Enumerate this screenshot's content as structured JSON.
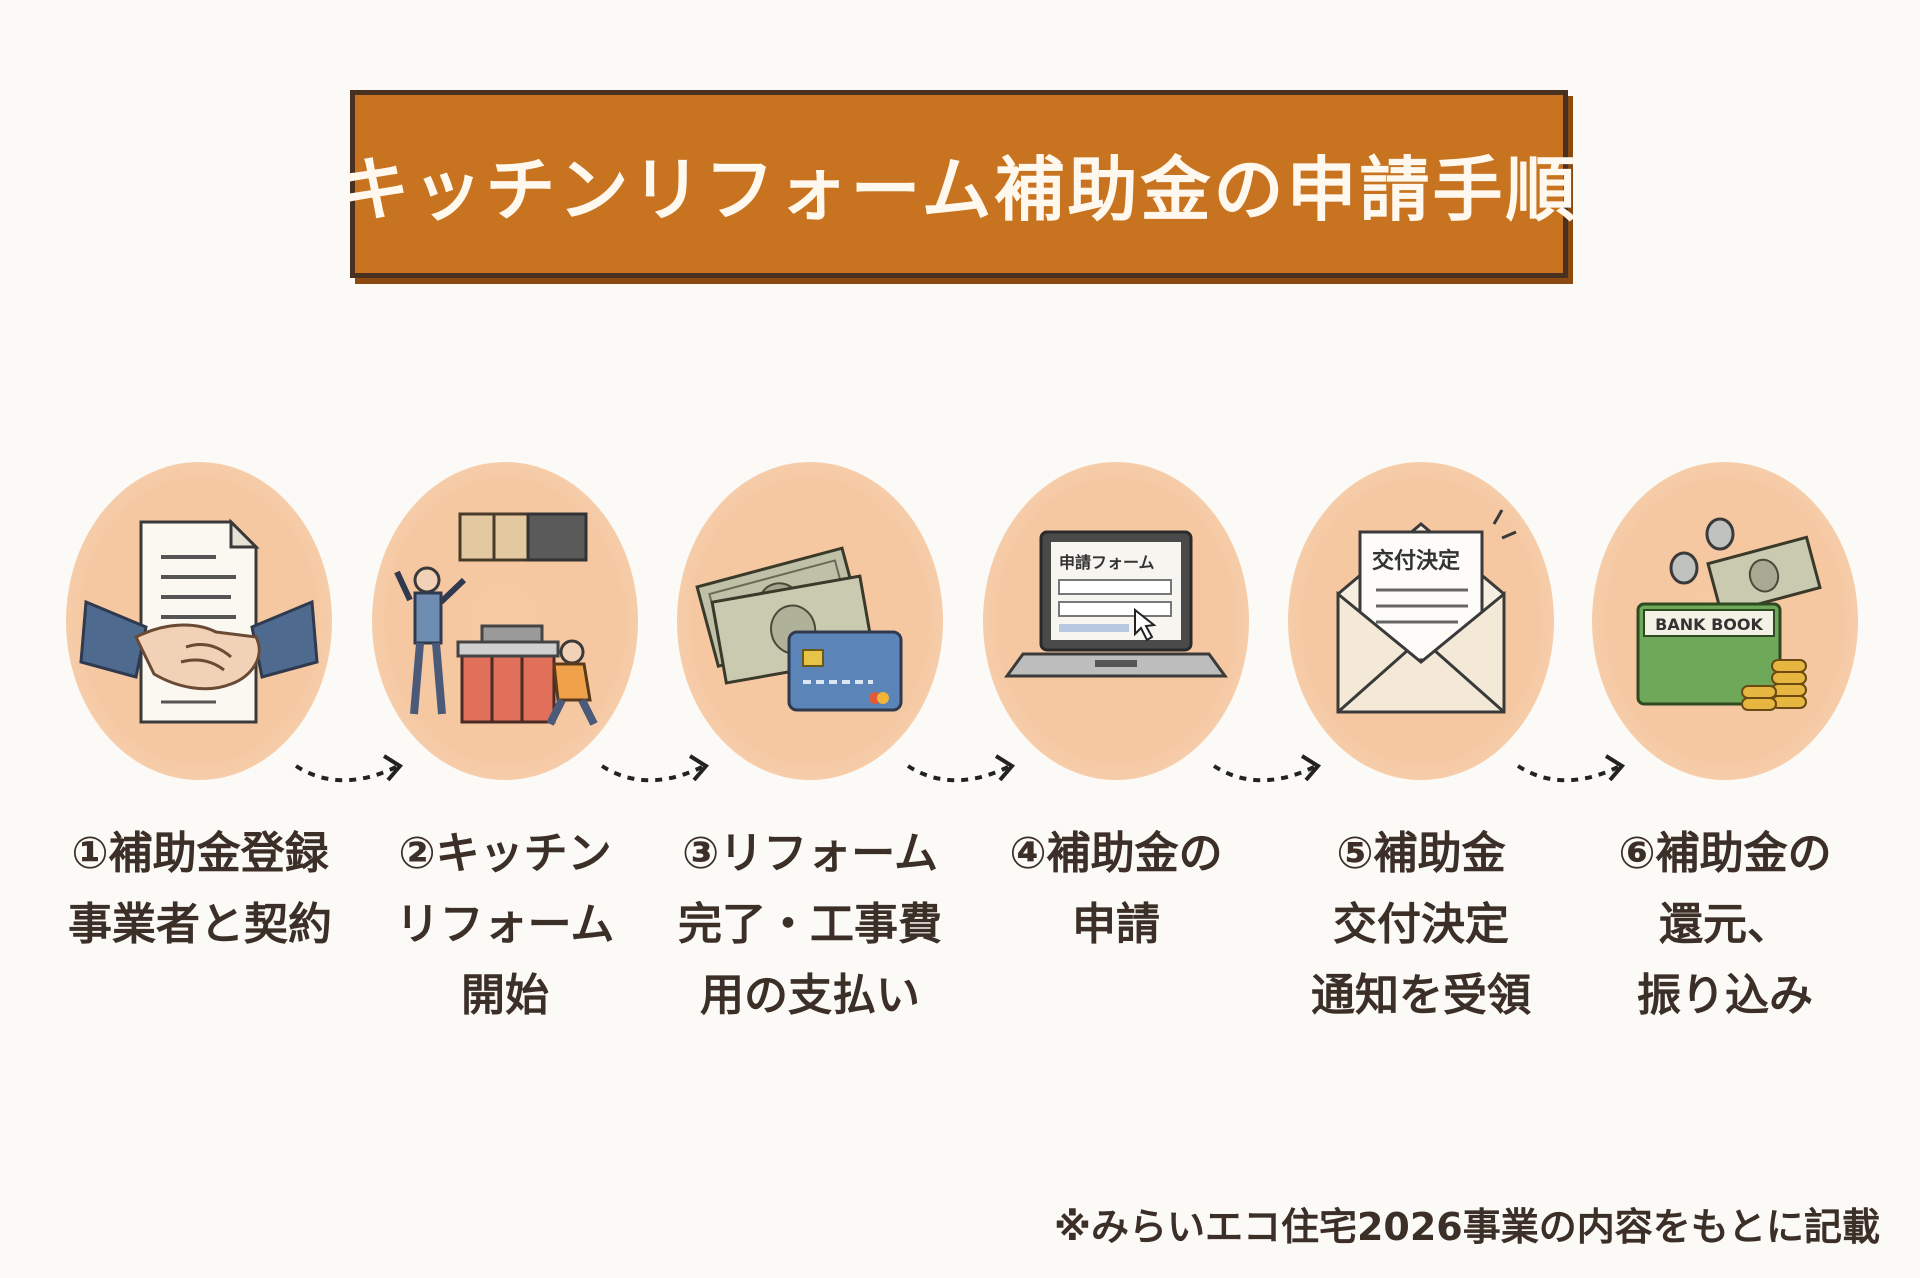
{
  "title": "キッチンリフォーム補助金の申請手順",
  "steps": [
    {
      "number": "①",
      "lines": [
        "補助金登録",
        "事業者と契約"
      ],
      "icon": "handshake-contract-icon"
    },
    {
      "number": "②",
      "lines": [
        "キッチン",
        "リフォーム",
        "開始"
      ],
      "icon": "kitchen-workers-icon"
    },
    {
      "number": "③",
      "lines": [
        "リフォーム",
        "完了・工事費",
        "用の支払い"
      ],
      "icon": "cash-card-icon"
    },
    {
      "number": "④",
      "lines": [
        "補助金の",
        "申請"
      ],
      "icon": "laptop-form-icon",
      "screen_text": "申請フォーム"
    },
    {
      "number": "⑤",
      "lines": [
        "補助金",
        "交付決定",
        "通知を受領"
      ],
      "icon": "envelope-letter-icon",
      "letter_text": "交付決定"
    },
    {
      "number": "⑥",
      "lines": [
        "補助金の",
        "還元、",
        "振り込み"
      ],
      "icon": "bankbook-coins-icon",
      "book_text": "BANK BOOK"
    }
  ],
  "footnote": "※みらいエコ住宅2026事業の内容をもとに記載",
  "colors": {
    "title_bg": "#c8731f",
    "title_border": "#4a3020",
    "circle": "#f5c8a2",
    "text": "#3b2f28",
    "background": "#fcfaf6"
  }
}
